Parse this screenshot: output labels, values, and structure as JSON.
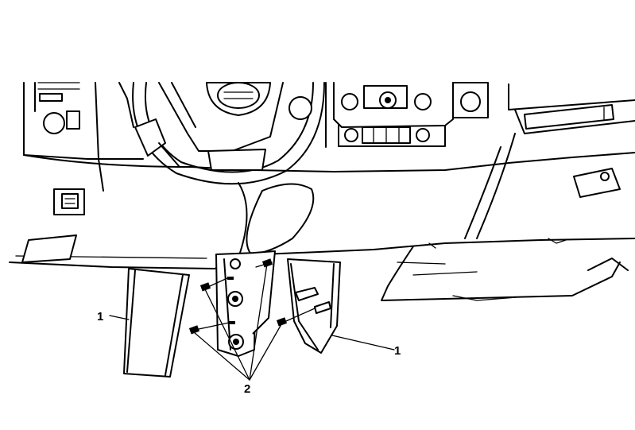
{
  "callouts": [
    {
      "id": "left-panel",
      "label": "1"
    },
    {
      "id": "right-panel",
      "label": "1"
    },
    {
      "id": "fasteners",
      "label": "2"
    }
  ]
}
